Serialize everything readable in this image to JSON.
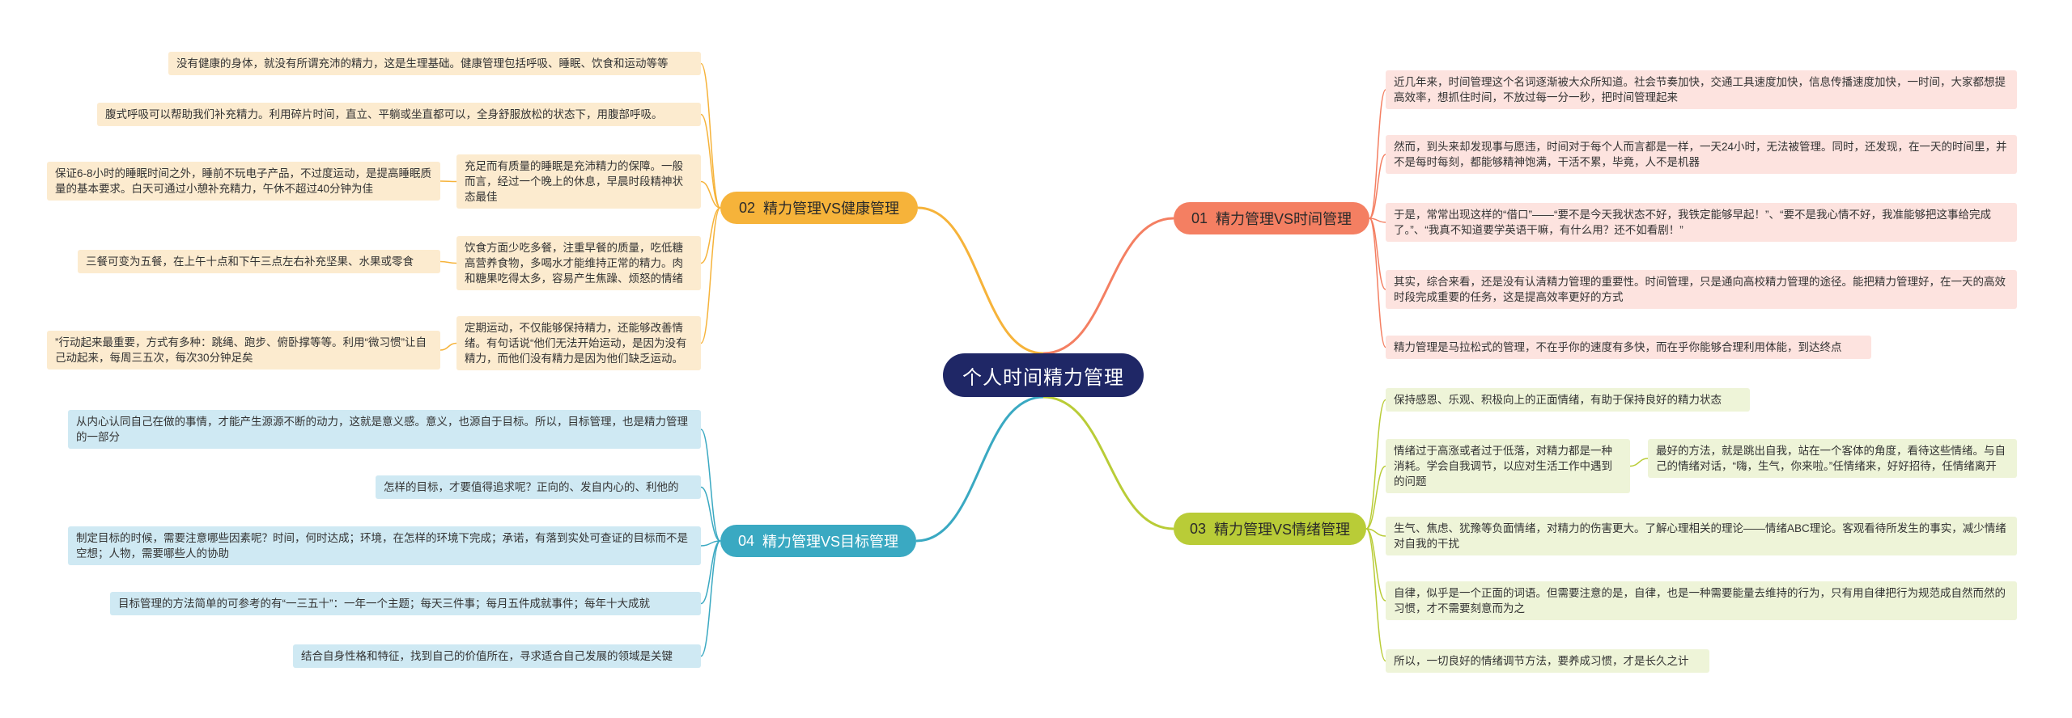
{
  "root": {
    "title": "个人时间精力管理"
  },
  "colors": {
    "root": "#1f2766",
    "red": "#f47f62",
    "orange": "#f6b33a",
    "olive": "#b9cc37",
    "teal": "#3aa9c2"
  },
  "branches": [
    {
      "num": "01",
      "label": "精力管理VS时间管理",
      "leaves": [
        "近几年来，时间管理这个名词逐渐被大众所知道。社会节奏加快，交通工具速度加快，信息传播速度加快，一时间，大家都想提高效率，想抓住时间，不放过每一分一秒，把时间管理起来",
        "然而，到头来却发现事与愿违，时间对于每个人而言都是一样，一天24小时，无法被管理。同时，还发现，在一天的时间里，并不是每时每刻，都能够精神饱满，干活不累，毕竟，人不是机器",
        "于是，常常出现这样的“借口”——“要不是今天我状态不好，我铁定能够早起！”、“要不是我心情不好，我准能够把这事给完成了。”、“我真不知道要学英语干嘛，有什么用？还不如看剧！”",
        "其实，综合来看，还是没有认清精力管理的重要性。时间管理，只是通向高校精力管理的途径。能把精力管理好，在一天的高效时段完成重要的任务，这是提高效率更好的方式",
        "精力管理是马拉松式的管理，不在乎你的速度有多快，而在乎你能够合理利用体能，到达终点"
      ]
    },
    {
      "num": "02",
      "label": "精力管理VS健康管理",
      "inner": [
        "充足而有质量的睡眠是充沛精力的保障。一般而言，经过一个晚上的休息，早晨时段精神状态最佳",
        "饮食方面少吃多餐，注重早餐的质量，吃低糖高营养食物，多喝水才能维持正常的精力。肉和糖果吃得太多，容易产生焦躁、烦怒的情绪",
        "定期运动，不仅能够保持精力，还能够改善情绪。有句话说“他们无法开始运动，是因为没有精力，而他们没有精力是因为他们缺乏运动。"
      ],
      "outer": [
        "没有健康的身体，就没有所谓充沛的精力，这是生理基础。健康管理包括呼吸、睡眠、饮食和运动等等",
        "腹式呼吸可以帮助我们补充精力。利用碎片时间，直立、平躺或坐直都可以，全身舒服放松的状态下，用腹部呼吸。",
        "保证6-8小时的睡眠时间之外，睡前不玩电子产品，不过度运动，是提高睡眠质量的基本要求。白天可通过小憩补充精力，午休不超过40分钟为佳",
        "三餐可变为五餐，在上午十点和下午三点左右补充坚果、水果或零食",
        "”行动起来最重要，方式有多种：跳绳、跑步、俯卧撑等等。利用“微习惯”让自己动起来，每周三五次，每次30分钟足矣"
      ]
    },
    {
      "num": "03",
      "label": "精力管理VS情绪管理",
      "leaves": [
        "保持感恩、乐观、积极向上的正面情绪，有助于保持良好的精力状态",
        "情绪过于高涨或者过于低落，对精力都是一种消耗。学会自我调节，以应对生活工作中遇到的问题",
        "生气、焦虑、犹豫等负面情绪，对精力的伤害更大。了解心理相关的理论——情绪ABC理论。客观看待所发生的事实，减少情绪对自我的干扰",
        "自律，似乎是一个正面的词语。但需要注意的是，自律，也是一种需要能量去维持的行为，只有用自律把行为规范成自然而然的习惯，才不需要刻意而为之",
        "所以，一切良好的情绪调节方法，要养成习惯，才是长久之计"
      ],
      "sub": "最好的方法，就是跳出自我，站在一个客体的角度，看待这些情绪。与自己的情绪对话，“嗨，生气，你来啦。”任情绪来，好好招待，任情绪离开"
    },
    {
      "num": "04",
      "label": "精力管理VS目标管理",
      "leaves": [
        "从内心认同自己在做的事情，才能产生源源不断的动力，这就是意义感。意义，也源自于目标。所以，目标管理，也是精力管理的一部分",
        "怎样的目标，才要值得追求呢？正向的、发自内心的、利他的",
        "制定目标的时候，需要注意哪些因素呢？时间，何时达成；环境，在怎样的环境下完成；承诺，有落到实处可查证的目标而不是空想；人物，需要哪些人的协助",
        "目标管理的方法简单的可参考的有“一三五十”：一年一个主题；每天三件事；每月五件成就事件；每年十大成就",
        "结合自身性格和特征，找到自己的价值所在，寻求适合自己发展的领域是关键"
      ]
    }
  ]
}
